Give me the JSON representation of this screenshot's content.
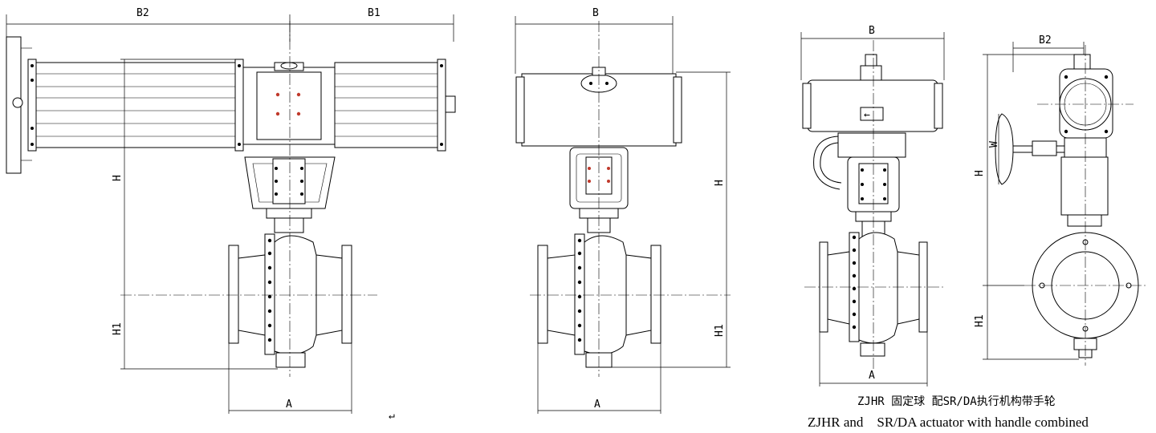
{
  "figure_1": {
    "dims": {
      "top_left": "B2",
      "top_right": "B1",
      "height": "H",
      "height_lower": "H1",
      "width": "A"
    }
  },
  "figure_2": {
    "dims": {
      "top": "B",
      "height": "H",
      "height_lower": "H1",
      "width": "A"
    }
  },
  "figure_3": {
    "dims": {
      "top": "B",
      "width": "A",
      "height": "H",
      "height_lower": "H1"
    },
    "side_dims": {
      "top": "B2",
      "handwheel": "W"
    },
    "actuator_label": "←"
  },
  "captions": {
    "chinese": "ZJHR 固定球 配SR/DA执行机构带手轮",
    "english": "ZJHR and    SR/DA actuator with handle combined"
  },
  "paragraph_mark": "↵"
}
